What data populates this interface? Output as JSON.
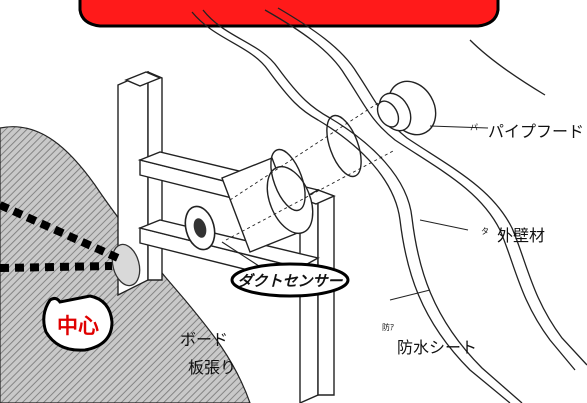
{
  "labels": {
    "pipe_hood": "パイプフード",
    "pipe_hood_prefix": "パ",
    "exterior_wall": "外壁材",
    "exterior_wall_prefix": "タ",
    "waterproof_sheet": "防水シート",
    "waterproof_sheet_prefix": "防ｱ",
    "board_line1": "ボード",
    "board_line2": "板張り"
  },
  "callouts": {
    "duct_sensor": "ダクトセンサー",
    "center": "中心"
  },
  "colors": {
    "banner_red": "#ff1a1a",
    "center_text": "#e00000",
    "hatch": "#9a9a9a",
    "ink": "#111111"
  }
}
